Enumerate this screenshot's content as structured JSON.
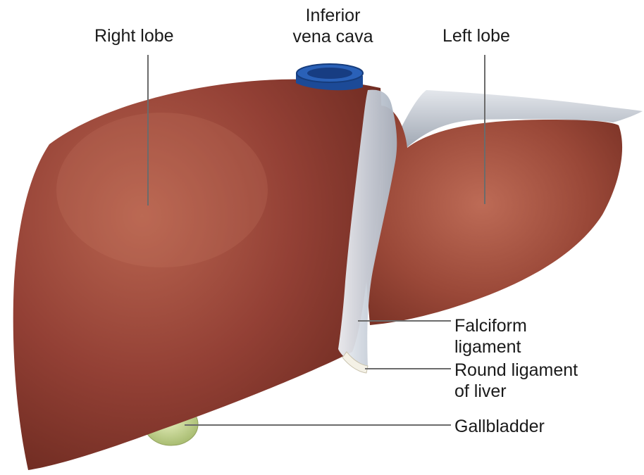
{
  "labels": {
    "right_lobe": "Right lobe",
    "ivc_line1": "Inferior",
    "ivc_line2": "vena cava",
    "left_lobe": "Left lobe",
    "falciform_line1": "Falciform",
    "falciform_line2": "ligament",
    "round_line1": "Round ligament",
    "round_line2": "of liver",
    "gallbladder": "Gallbladder"
  },
  "colors": {
    "liver": "#8c3a2c",
    "liver_highlight": "#b8644f",
    "liver_shadow": "#6a2a20",
    "ligament": "#d7dce3",
    "vena_cava": "#1f4fa0",
    "gallbladder": "#c7d79a"
  }
}
